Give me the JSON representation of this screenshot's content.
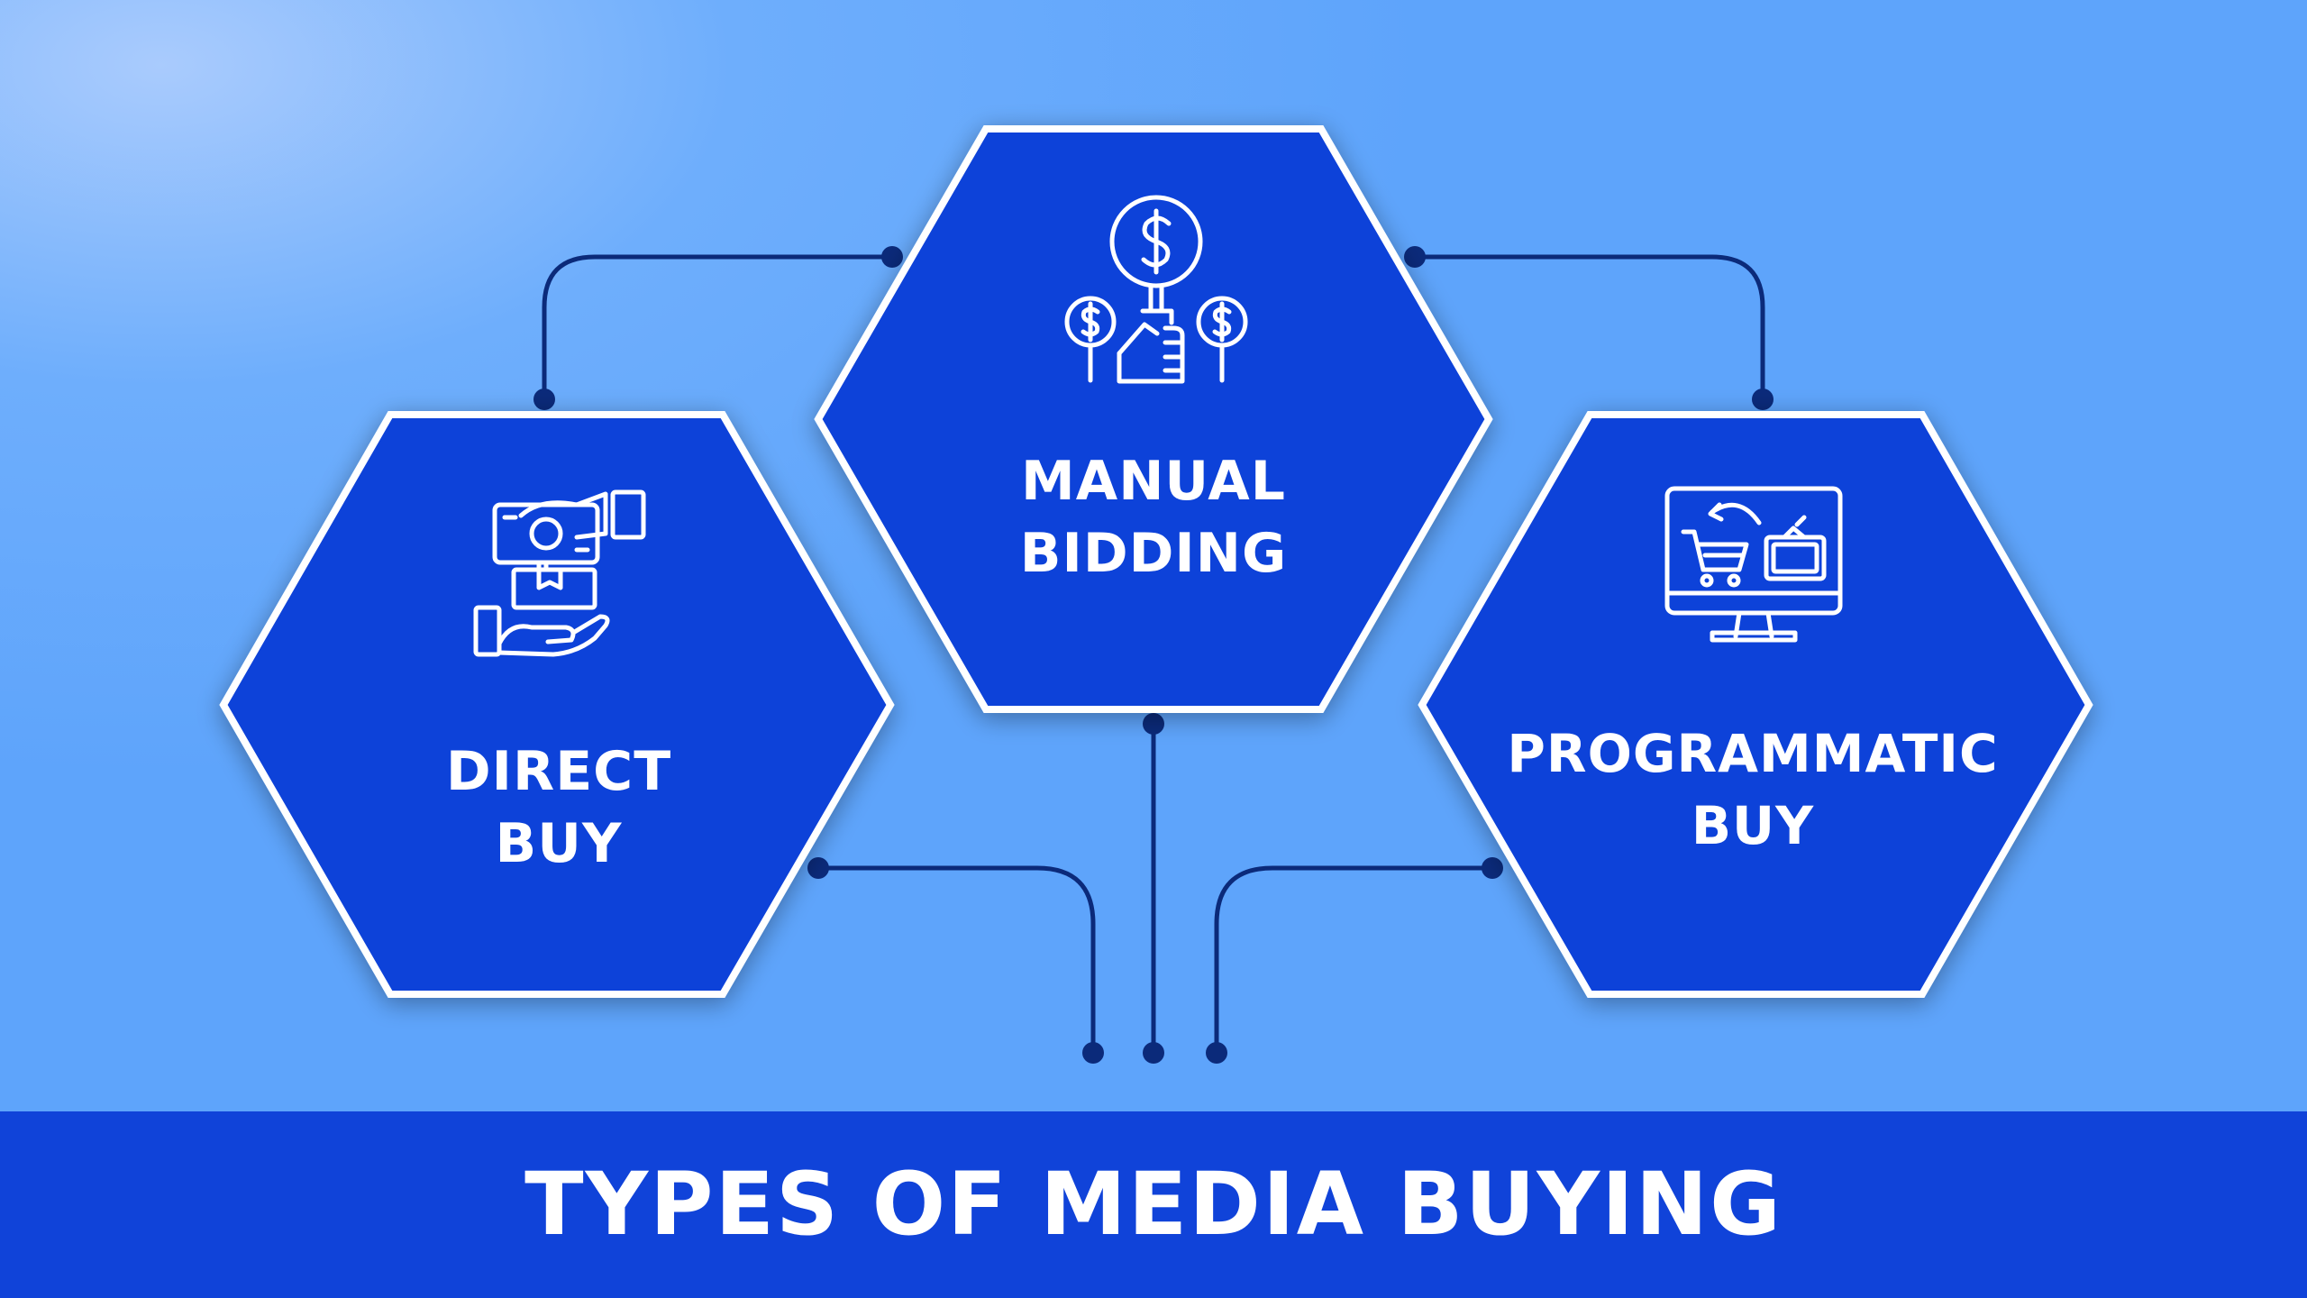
{
  "colors": {
    "background_light": "#a9cbfd",
    "background": "#5ea4fb",
    "hexagon_fill": "#1043d9",
    "hexagon_stroke": "#ffffff",
    "connector": "#0b2a7a",
    "footer": "#1043d9",
    "text": "#ffffff"
  },
  "hexagons": [
    {
      "id": "manual",
      "icon": "money-bid-hand-icon",
      "lines": [
        "MANUAL",
        "BIDDING"
      ]
    },
    {
      "id": "direct",
      "icon": "hand-money-box-icon",
      "lines": [
        "DIRECT",
        "BUY"
      ]
    },
    {
      "id": "programmatic",
      "icon": "monitor-cart-tv-icon",
      "lines": [
        "PROGRAMMATIC",
        "BUY"
      ]
    }
  ],
  "footer": {
    "title": "TYPES OF MEDIA BUYING"
  }
}
